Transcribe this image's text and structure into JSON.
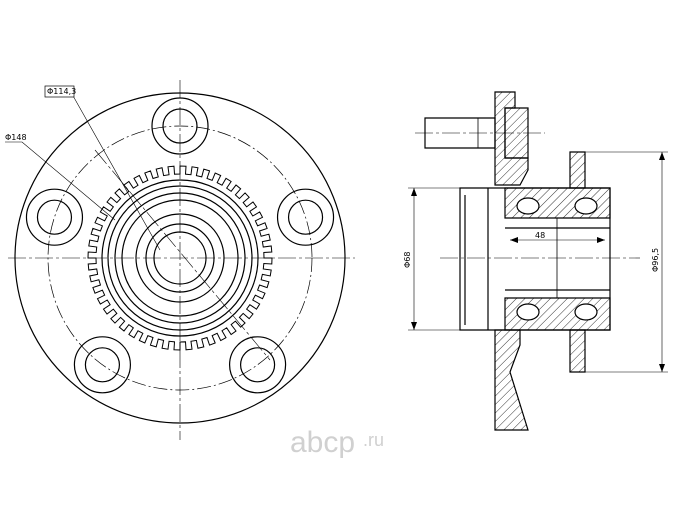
{
  "dimensions": {
    "pcd": "Φ114,3",
    "flange": "Φ148",
    "bore": "Φ68",
    "outer": "Φ96,5",
    "width": "48"
  },
  "watermark": {
    "brand": "abcp",
    "tld": ".ru",
    "color": "#d0d0d0"
  },
  "colors": {
    "line": "#000000",
    "background": "#ffffff"
  }
}
